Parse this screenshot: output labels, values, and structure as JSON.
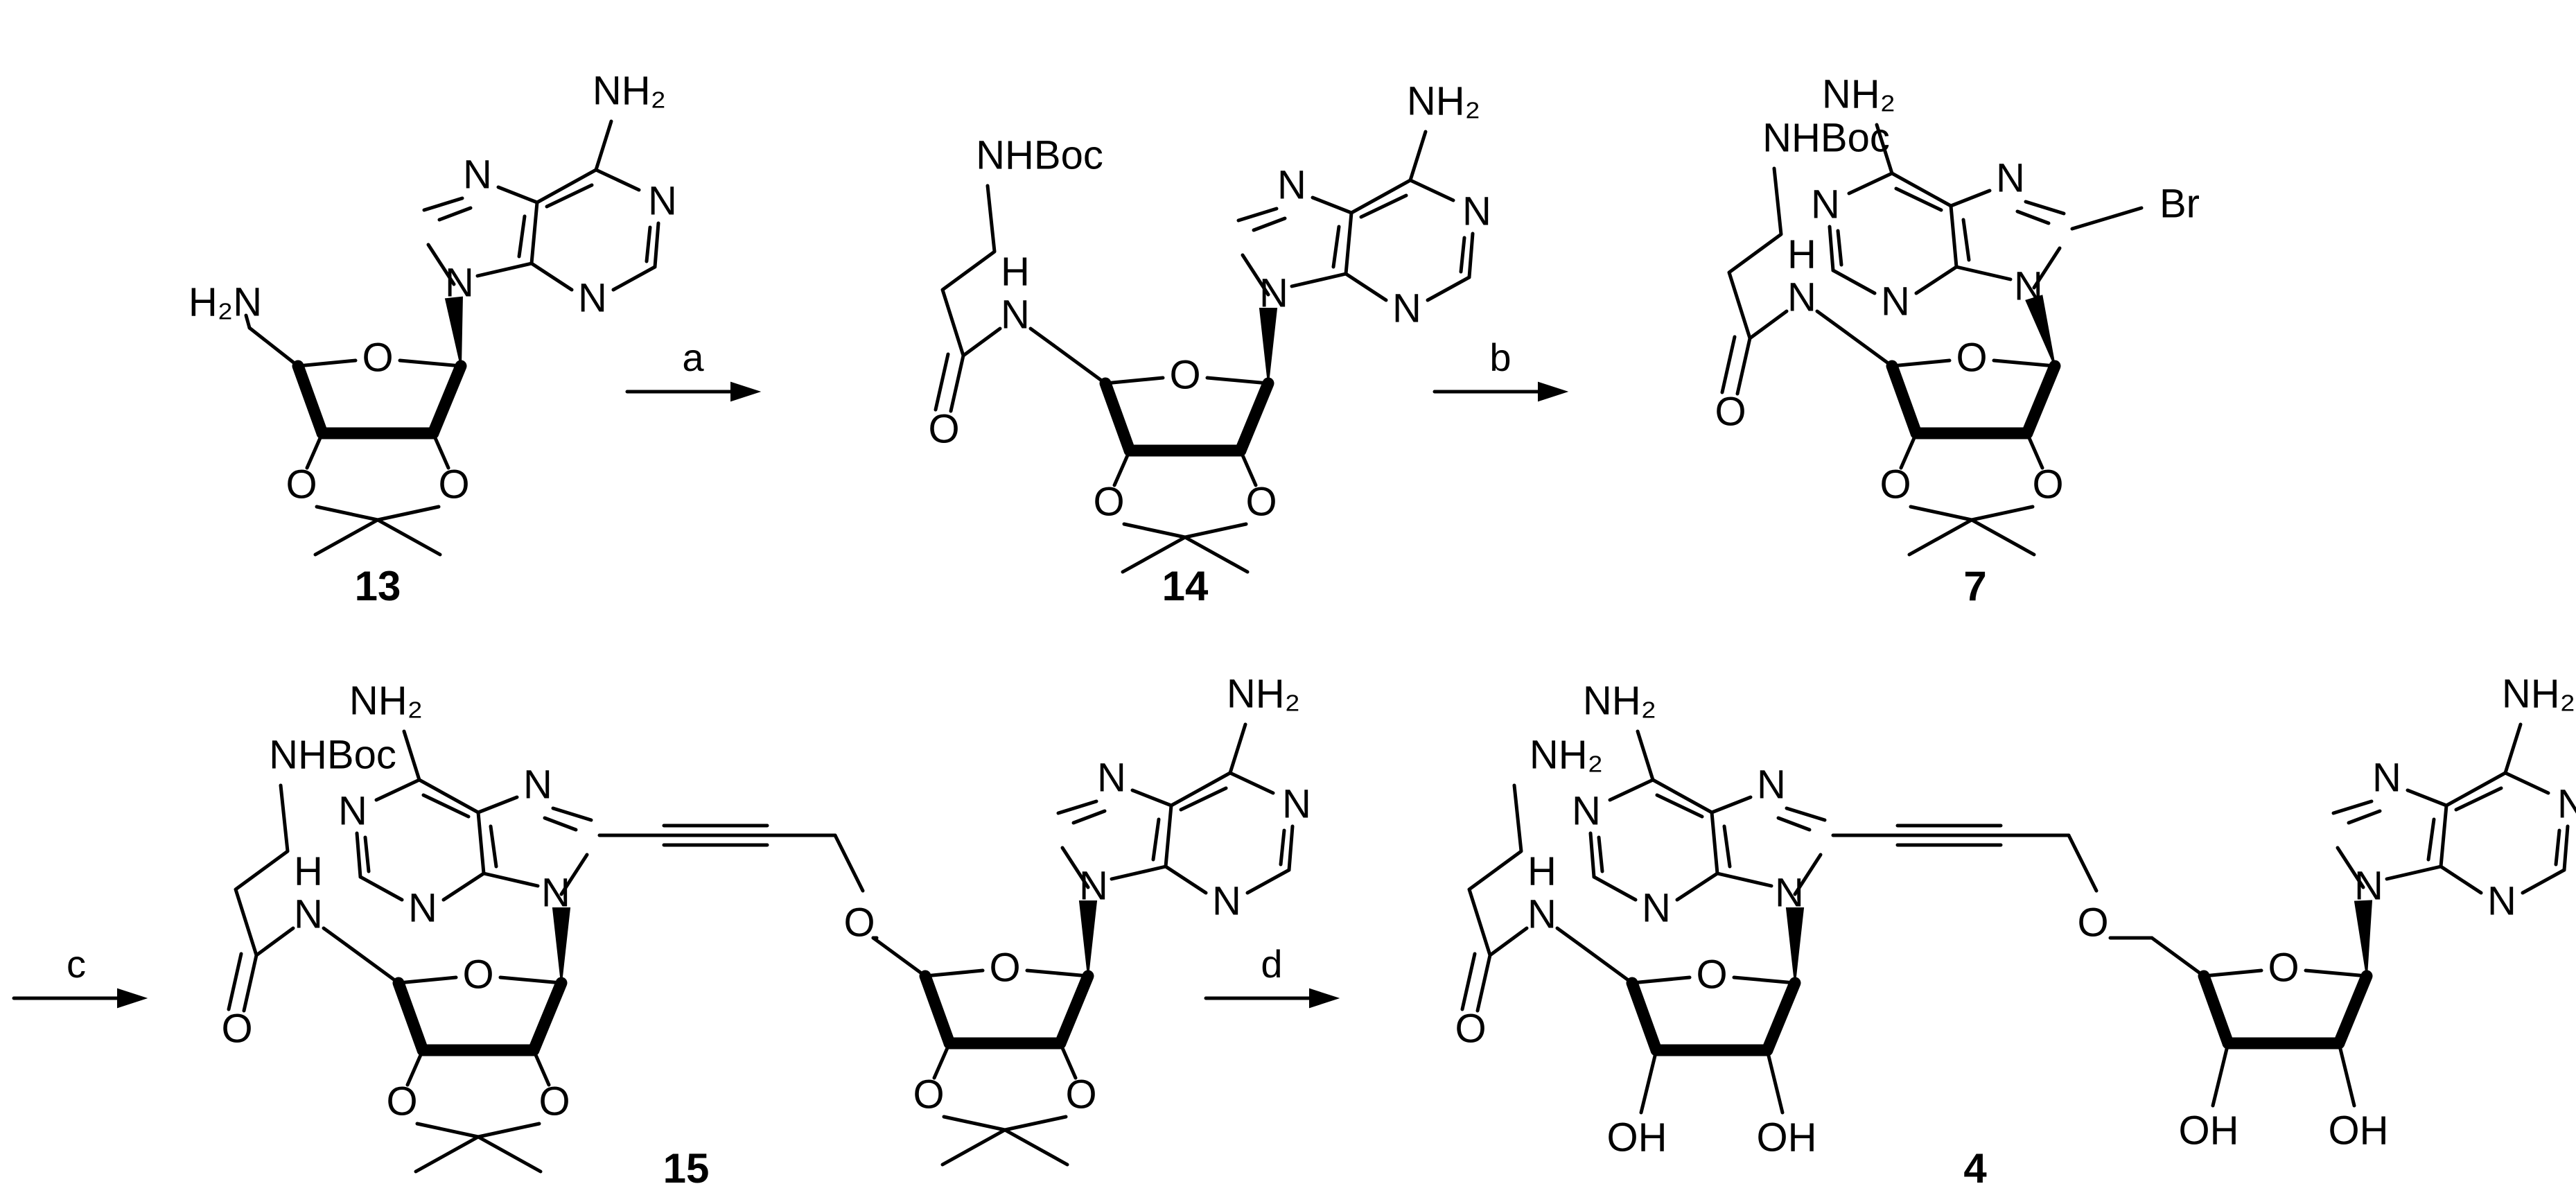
{
  "compounds": [
    {
      "label": "13",
      "substituent": "H₂N",
      "amine": "NH₂"
    },
    {
      "label": "14",
      "substituent": "NHBoc",
      "amine": "NH₂"
    },
    {
      "label": "7",
      "substituent": "NHBoc",
      "amine": "NH₂",
      "bromo": "Br"
    },
    {
      "label": "15",
      "substituent": "NHBoc",
      "amine": "NH₂"
    },
    {
      "label": "4",
      "substituent": "NH₂",
      "amine": "NH₂"
    }
  ],
  "reagents": [
    "a",
    "b",
    "c",
    "d"
  ],
  "atoms": {
    "N": "N",
    "O": "O",
    "H": "H",
    "OH": "OH",
    "NH": "NH",
    "NH2": "NH₂"
  }
}
